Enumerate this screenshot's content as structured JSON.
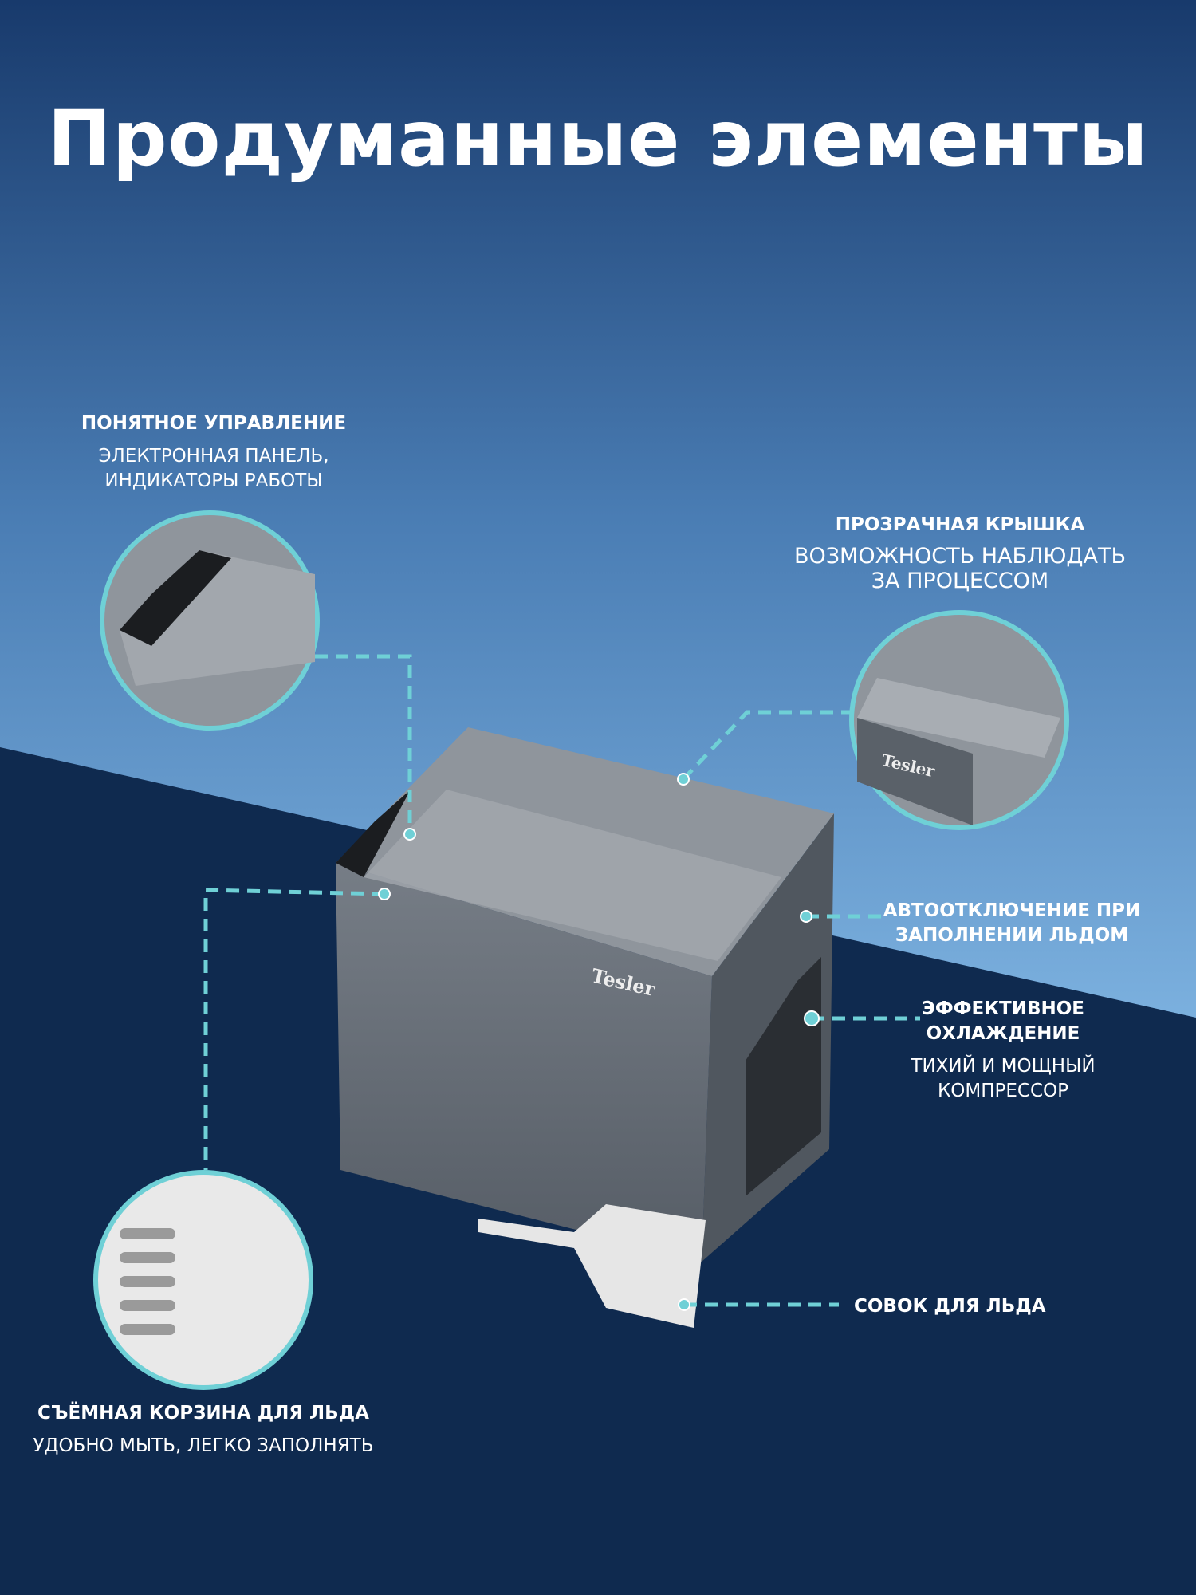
{
  "title": "Продуманные элементы",
  "brand": "Tesler",
  "features": {
    "control": {
      "heading": "ПОНЯТНОЕ УПРАВЛЕНИЕ",
      "line1": "ЭЛЕКТРОННАЯ ПАНЕЛЬ,",
      "line2": "ИНДИКАТОРЫ РАБОТЫ"
    },
    "lid": {
      "heading": "ПРОЗРАЧНАЯ КРЫШКА",
      "line1": "ВОЗМОЖНОСТЬ НАБЛЮДАТЬ",
      "line2": "ЗА ПРОЦЕССОМ"
    },
    "autooff": {
      "line1": "АВТООТКЛЮЧЕНИЕ ПРИ",
      "line2": "ЗАПОЛНЕНИИ ЛЬДОМ"
    },
    "cooling": {
      "line1": "ЭФФЕКТИВНОЕ",
      "line2": "ОХЛАЖДЕНИЕ",
      "sub1": "ТИХИЙ И МОЩНЫЙ",
      "sub2": "КОМПРЕССОР"
    },
    "scoop": {
      "heading": "СОВОК ДЛЯ ЛЬДА"
    },
    "basket": {
      "heading": "СЪЁМНАЯ КОРЗИНА ДЛЯ ЛЬДА",
      "line1": "УДОБНО МЫТЬ, ЛЕГКО ЗАПОЛНЯТЬ"
    }
  },
  "colors": {
    "accent": "#6fd0d6",
    "dark_bg": "#0f2a4f",
    "top_bg": "#1b3a6b"
  }
}
